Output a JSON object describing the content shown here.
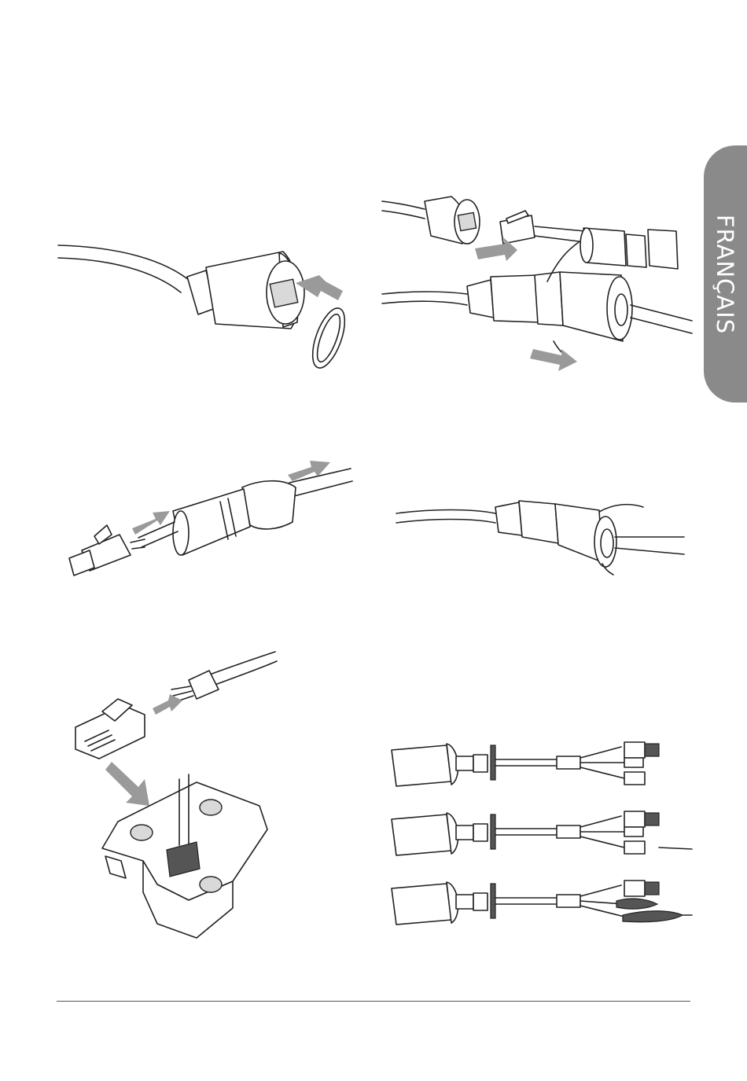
{
  "side_tab": {
    "label": "FRANÇAIS"
  },
  "illustrations": [
    {
      "name": "connector-with-seal-ring"
    },
    {
      "name": "plug-rj45-and-tighten-cap"
    },
    {
      "name": "thread-cable-through-gland"
    },
    {
      "name": "tightened-assembly"
    },
    {
      "name": "crimp-rj45-plug"
    },
    {
      "name": "camera-cable-variants"
    }
  ]
}
